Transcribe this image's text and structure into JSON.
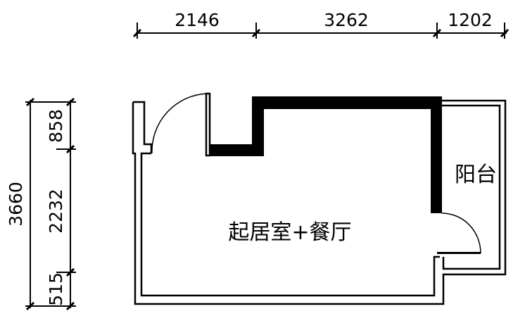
{
  "dimensions": {
    "top": [
      "2146",
      "3262",
      "1202"
    ],
    "left_total": "3660",
    "left": [
      "858",
      "2232",
      "515"
    ]
  },
  "rooms": {
    "living_dining": "起居室+餐厅",
    "balcony": "阳台"
  },
  "colors": {
    "wall": "#000000",
    "background": "#ffffff"
  }
}
